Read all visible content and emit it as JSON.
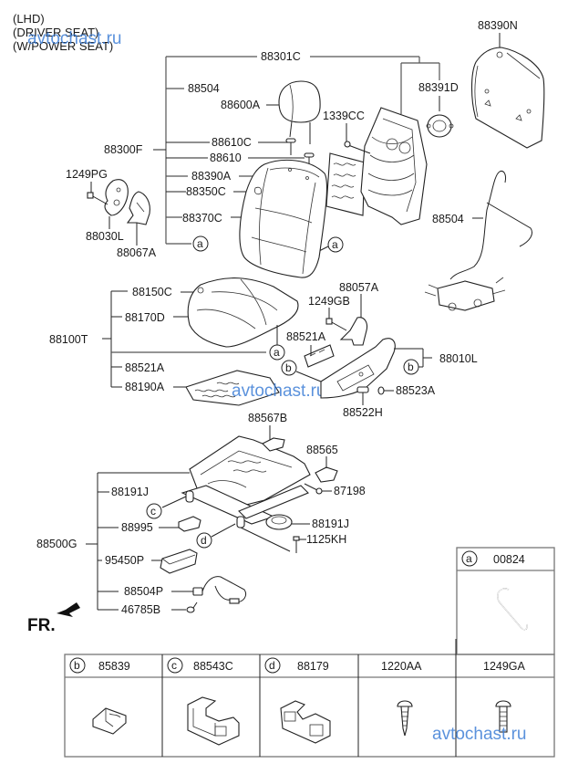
{
  "header": {
    "lines": [
      "(LHD)",
      "(DRIVER SEAT)",
      "(W/POWER SEAT)"
    ]
  },
  "watermark": "avtochast.ru",
  "direction_label": "FR.",
  "parts": {
    "p88390N": "88390N",
    "p88301C": "88301C",
    "p88391D": "88391D",
    "p88504_top": "88504",
    "p88600A": "88600A",
    "p1339CC": "1339CC",
    "p88300F": "88300F",
    "p88610C": "88610C",
    "p88610": "88610",
    "p1249PG": "1249PG",
    "p88390A": "88390A",
    "p88350C": "88350C",
    "p88370C": "88370C",
    "p88030L": "88030L",
    "p88067A": "88067A",
    "p88504_harness": "88504",
    "p88150C": "88150C",
    "p88057A": "88057A",
    "p88170D": "88170D",
    "p1249GB": "1249GB",
    "p88100T": "88100T",
    "p88521A_right": "88521A",
    "p88010L": "88010L",
    "p88521A_left": "88521A",
    "p88190A": "88190A",
    "p88523A": "88523A",
    "p88522H": "88522H",
    "p88567B": "88567B",
    "p88565": "88565",
    "p88191J_left": "88191J",
    "p87198": "87198",
    "p88995": "88995",
    "p88191J_right": "88191J",
    "p88500G": "88500G",
    "p1125KH": "1125KH",
    "p95450P": "95450P",
    "p88504P": "88504P",
    "p46785B": "46785B"
  },
  "callouts": {
    "a": "a",
    "b": "b",
    "c": "c",
    "d": "d"
  },
  "legend_table": {
    "top_cell": {
      "ref": "a",
      "part": "00824"
    },
    "bottom_cells": [
      {
        "ref": "b",
        "part": "85839"
      },
      {
        "ref": "c",
        "part": "88543C"
      },
      {
        "ref": "d",
        "part": "88179"
      },
      {
        "ref": "",
        "part": "1220AA"
      },
      {
        "ref": "",
        "part": "1249GA"
      }
    ]
  }
}
